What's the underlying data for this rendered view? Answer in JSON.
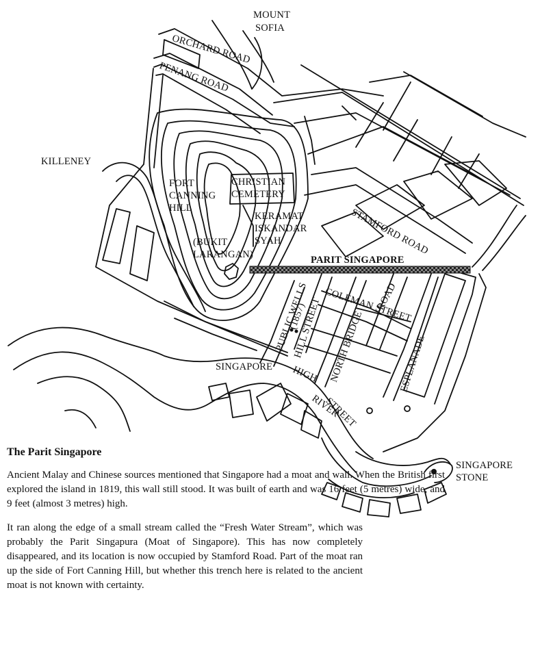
{
  "map": {
    "labels": {
      "mount_sofia_1": "MOUNT",
      "mount_sofia_2": "SOFIA",
      "orchard_road": "ORCHARD ROAD",
      "penang_road": "PENANG ROAD",
      "killeney": "KILLENEY",
      "fort_1": "FORT",
      "fort_2": "CANNING",
      "fort_3": "HILL",
      "christian_1": "CHRISTIAN",
      "christian_2": "CEMETERY",
      "keramat_1": "KERAMAT",
      "keramat_2": "ISKANDAR",
      "keramat_3": "SYAH",
      "stamford_road": "STAMFORD ROAD",
      "bukit_1": "(BUKIT",
      "bukit_2": "LARANGAN)",
      "parit_singapore": "PARIT SINGAPORE",
      "coleman_street": "COLEMAN STREET",
      "road": "ROAD",
      "public_wells": "PUBLIC WELLS",
      "year_1857": "(1857)",
      "hill_street": "HILL STREET",
      "north_bridge": "NORTH BRIDGE",
      "esplanade": "ESPLANADE",
      "singapore": "SINGAPORE",
      "high": "HIGH",
      "street": "STREET",
      "river": "RIVER",
      "stone_1": "SINGAPORE",
      "stone_2": "STONE"
    }
  },
  "caption": {
    "title": "The Parit Singapore",
    "paragraph_1": "Ancient Malay and Chinese sources mentioned that Singapore had a moat and wall. When the British first explored the island in 1819, this wall still stood. It was built of earth and was 16 feet (5 metres) wide, and 9 feet (almost 3 metres) high.",
    "paragraph_2": "It ran along the edge of a small stream called the “Fresh Water Stream”, which was probably the Parit Singapura (Moat of Singapore). This has now completely disappeared, and its location is now occupied by Stamford Road. Part of the moat ran up the side of Fort Canning Hill, but whether this trench here is related to the ancient moat is not known with certainty."
  }
}
